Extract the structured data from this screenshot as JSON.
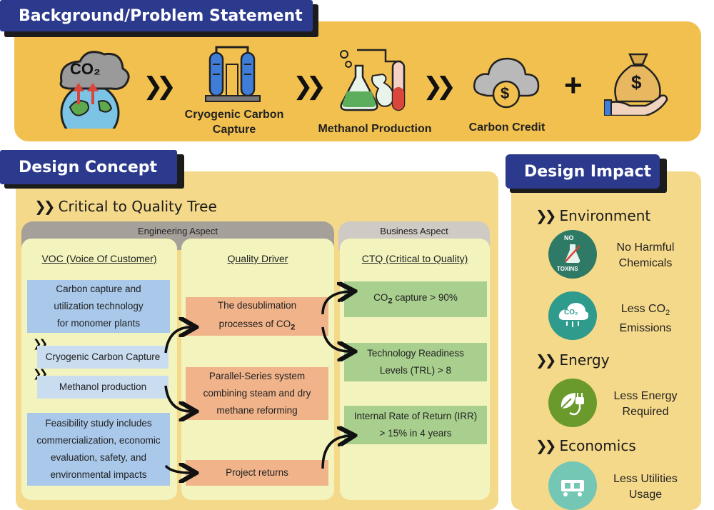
{
  "background": {
    "title": "Background/Problem Statement",
    "steps": [
      {
        "icon": "co2-earth-icon",
        "label": ""
      },
      {
        "icon": "cryogenic-column-icon",
        "label_line1": "Cryogenic Carbon",
        "label_line2": "Capture"
      },
      {
        "icon": "chemistry-flask-icon",
        "label": "Methanol Production"
      },
      {
        "icon": "cloud-dollar-icon",
        "label": "Carbon Credit"
      },
      {
        "icon": "money-bag-hand-icon",
        "label": ""
      }
    ],
    "co2_text": "CO₂",
    "plus": "+"
  },
  "concept": {
    "title": "Design Concept",
    "tree_title": "Critical to Quality Tree",
    "engineering_aspect": "Engineering Aspect",
    "business_aspect": "Business Aspect",
    "columns": {
      "voc": "VOC (Voice Of Customer)",
      "driver": "Quality Driver",
      "ctq": "CTQ (Critical to Quality)"
    },
    "voc_items": {
      "a1": "Carbon capture and",
      "a2": "utilization technology",
      "a3": "for monomer plants",
      "b": "Cryogenic Carbon Capture",
      "c": "Methanol production",
      "d1": "Feasibility study includes",
      "d2": "commercialization, economic",
      "d3": "evaluation, safety, and",
      "d4": "environmental impacts"
    },
    "driver_items": {
      "a1": "The desublimation",
      "a2": "processes of CO",
      "b1": "Parallel-Series system",
      "b2": "combining steam and dry",
      "b3": "methane reforming",
      "c": "Project returns"
    },
    "ctq_items": {
      "a_pre": "CO",
      "a_post": " capture > 90%",
      "b1": "Technology Readiness",
      "b2": "Levels (TRL) > 8",
      "c1": "Internal Rate of Return (IRR)",
      "c2": "> 15% in 4 years"
    },
    "sub2": "2"
  },
  "impact": {
    "title": "Design Impact",
    "environment": "Environment",
    "energy": "Energy",
    "economics": "Economics",
    "items": {
      "no_harm1": "No Harmful",
      "no_harm2": "Chemicals",
      "less_co2_pre": "Less CO",
      "less_co2_2": "Emissions",
      "less_energy1": "Less Energy",
      "less_energy2": "Required",
      "less_util1": "Less Utilities",
      "less_util2": "Usage"
    },
    "badge_no": "NO",
    "badge_toxins": "TOXINS",
    "badge_co2": "CO₂"
  },
  "colors": {
    "header_blue": "#2c3a8e",
    "banner_yellow": "#f2c04f",
    "panel_yellow": "#f5d98a",
    "voc_blue": "#a9c8ea",
    "driver_orange": "#f0b38a",
    "ctq_green": "#a9cf8e"
  }
}
